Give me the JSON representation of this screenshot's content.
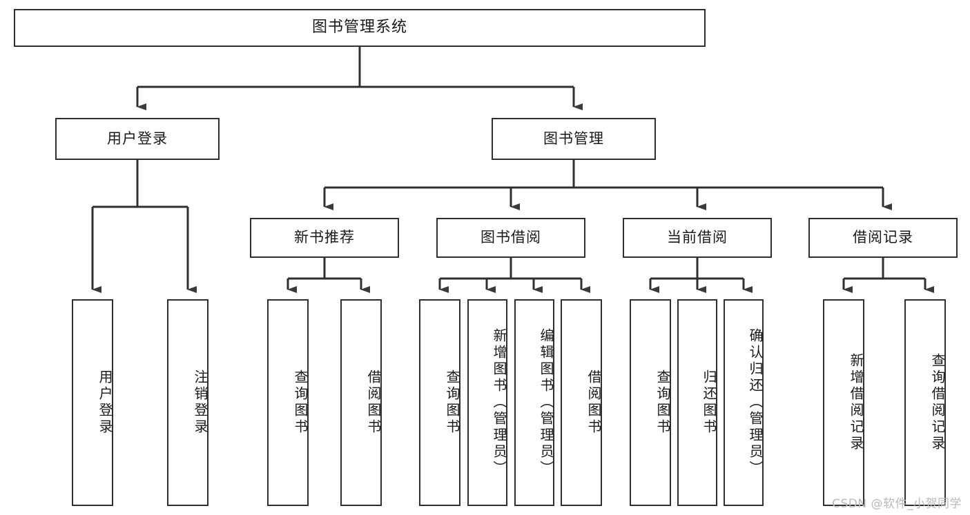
{
  "diagram": {
    "title": "图书管理系统",
    "watermark": "CSDN @软件_小贺同学",
    "line_color": "#2f2f2f",
    "box_fill": "#ffffff",
    "text_color": "#1a1a1a",
    "watermark_color": "#b9b9b9"
  },
  "nodes": {
    "root": {
      "label": "图书管理系统"
    },
    "level2": [
      {
        "label": "用户登录"
      },
      {
        "label": "图书管理"
      }
    ],
    "level3": [
      {
        "label": "新书推荐"
      },
      {
        "label": "图书借阅"
      },
      {
        "label": "当前借阅"
      },
      {
        "label": "借阅记录"
      }
    ],
    "leaves_user_login": [
      {
        "label": "用户登录"
      },
      {
        "label": "注销登录"
      }
    ],
    "leaves_new_book": [
      {
        "label": "查询图书"
      },
      {
        "label": "借阅图书"
      }
    ],
    "leaves_borrow": [
      {
        "label": "查询图书"
      },
      {
        "label": "新增图书（管理员）"
      },
      {
        "label": "编辑图书（管理员）"
      },
      {
        "label": "借阅图书"
      }
    ],
    "leaves_current": [
      {
        "label": "查询图书"
      },
      {
        "label": "归还图书"
      },
      {
        "label": "确认归还（管理员）"
      }
    ],
    "leaves_records": [
      {
        "label": "新增借阅记录"
      },
      {
        "label": "查询借阅记录"
      }
    ]
  }
}
